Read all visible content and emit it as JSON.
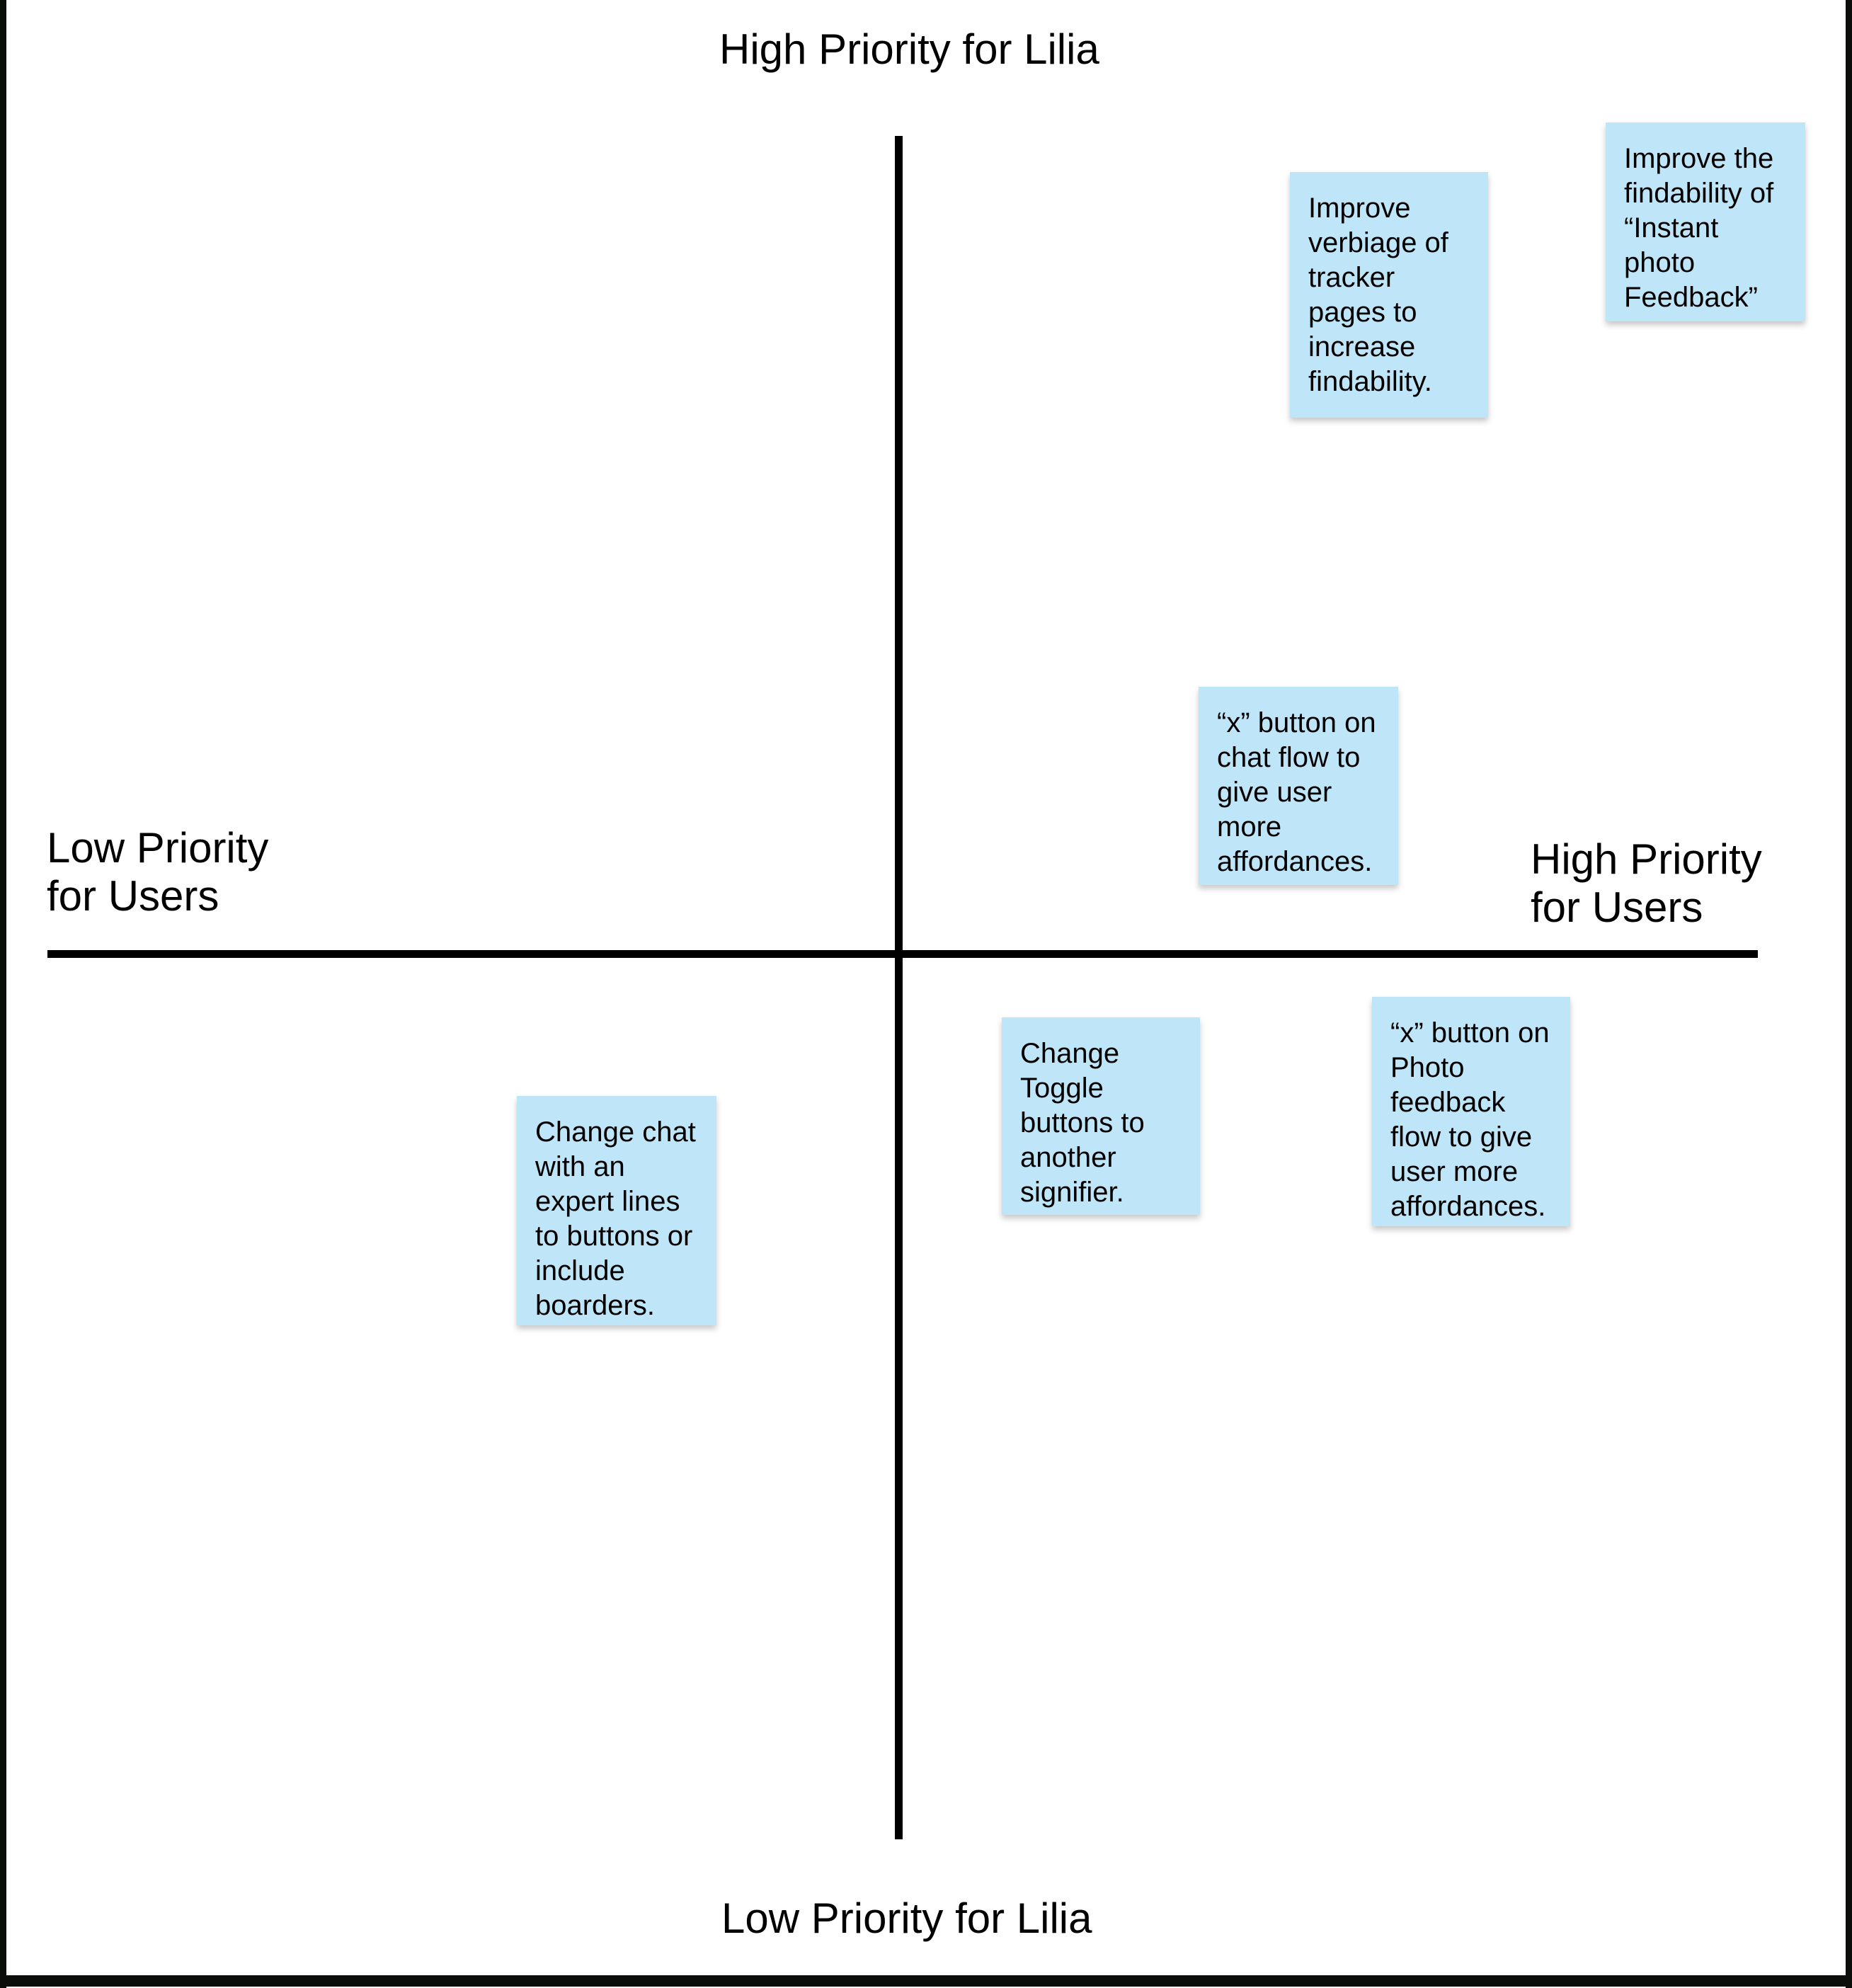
{
  "diagram": {
    "type": "priority-matrix",
    "labels": {
      "top": "High Priority for Lilia",
      "bottom": "Low Priority for Lilia",
      "left": "Low Priority\nfor Users",
      "right": "High Priority\nfor Users"
    }
  },
  "colors": {
    "sticky_fill": "#bfe6f8",
    "axis": "#000000",
    "text": "#000000"
  },
  "notes": [
    {
      "id": "improve-verbiage-tracker",
      "text": "Improve verbiage of tracker pages to increase findability.",
      "quadrant": "high-lilia-high-users"
    },
    {
      "id": "improve-findability-instant-photo-feedback",
      "text": "Improve the findability of “Instant photo Feedback”",
      "quadrant": "high-lilia-high-users"
    },
    {
      "id": "x-button-chat-flow",
      "text": "“x” button on chat flow to give user more affordances.",
      "quadrant": "high-lilia-high-users"
    },
    {
      "id": "change-toggle-buttons",
      "text": "Change Toggle buttons to another signifier.",
      "quadrant": "low-lilia-high-users"
    },
    {
      "id": "x-button-photo-feedback",
      "text": "“x” button on Photo feedback flow to give user more affordances.",
      "quadrant": "low-lilia-high-users"
    },
    {
      "id": "change-chat-expert-lines",
      "text": "Change chat with an expert lines to buttons or include boarders.",
      "quadrant": "low-lilia-low-users"
    }
  ]
}
